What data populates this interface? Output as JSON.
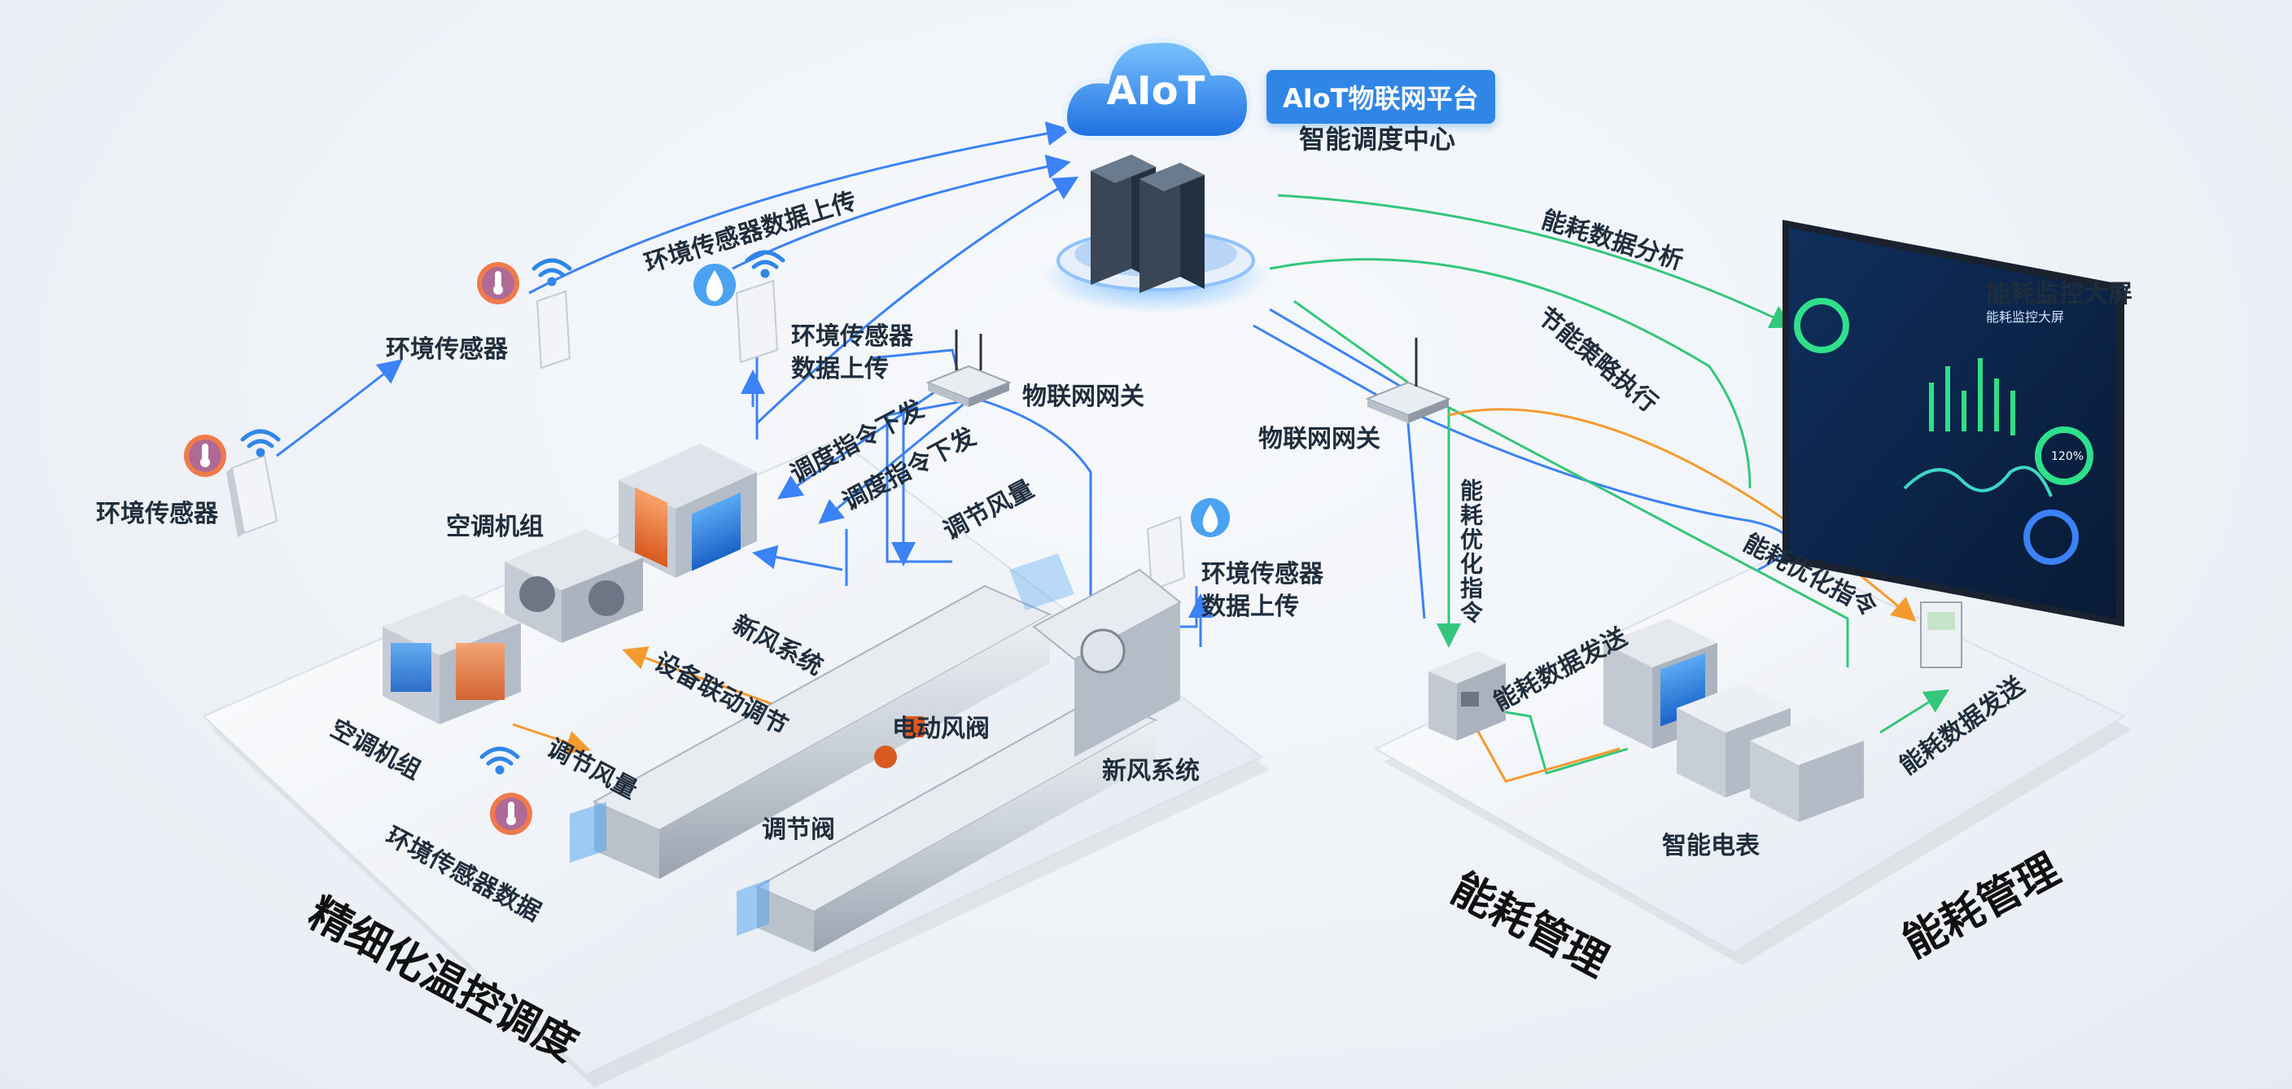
{
  "platform": {
    "cloud_text": "AIoT",
    "badge": "AIoT物联网平台",
    "subtitle": "智能调度中心"
  },
  "zones": {
    "left_title": "精细化温控调度",
    "right_title_1": "能耗管理",
    "right_title_2": "能耗管理"
  },
  "labels": {
    "env_sensor_1": "环境传感器",
    "env_sensor_2": "环境传感器",
    "env_sensor_upload_top": "环境传感器数据上传",
    "env_sensor_upload_mid_1": "环境传感器",
    "env_sensor_upload_mid_2": "数据上传",
    "iot_gateway_left": "物联网网关",
    "iot_gateway_right": "物联网网关",
    "dispatch_cmd_1": "调度指令下发",
    "dispatch_cmd_2": "调度指令下发",
    "adjust_airflow_top": "调节风量",
    "ac_unit_top": "空调机组",
    "ac_unit_bottom": "空调机组",
    "fresh_air_top": "新风系统",
    "fresh_air_bottom": "新风系统",
    "device_linkage": "设备联动调节",
    "adjust_airflow_left": "调节风量",
    "electric_damper": "电动风阀",
    "regulating_valve": "调节阀",
    "env_sensor_data": "环境传感器数据",
    "env_sensor_right_1": "环境传感器",
    "env_sensor_right_2": "数据上传",
    "energy_data_analysis": "能耗数据分析",
    "energy_strategy_exec": "节能策略执行",
    "energy_monitor_screen": "能耗监控大屏",
    "energy_optimize_cmd_v": "能耗优化指令",
    "energy_data_send_left": "能耗数据发送",
    "energy_optimize_cmd": "能耗优化指令",
    "energy_data_send_right": "能耗数据发送",
    "smart_meter": "智能电表"
  },
  "dashboard": {
    "title": "能耗监控大屏",
    "center_percent": "120%"
  },
  "colors": {
    "blue_flow": "#3b82f6",
    "green_flow": "#34c77b",
    "orange_flow": "#f59a2e",
    "platform_blue": "#2f86e6",
    "dashboard_bg": "#0b2447"
  }
}
